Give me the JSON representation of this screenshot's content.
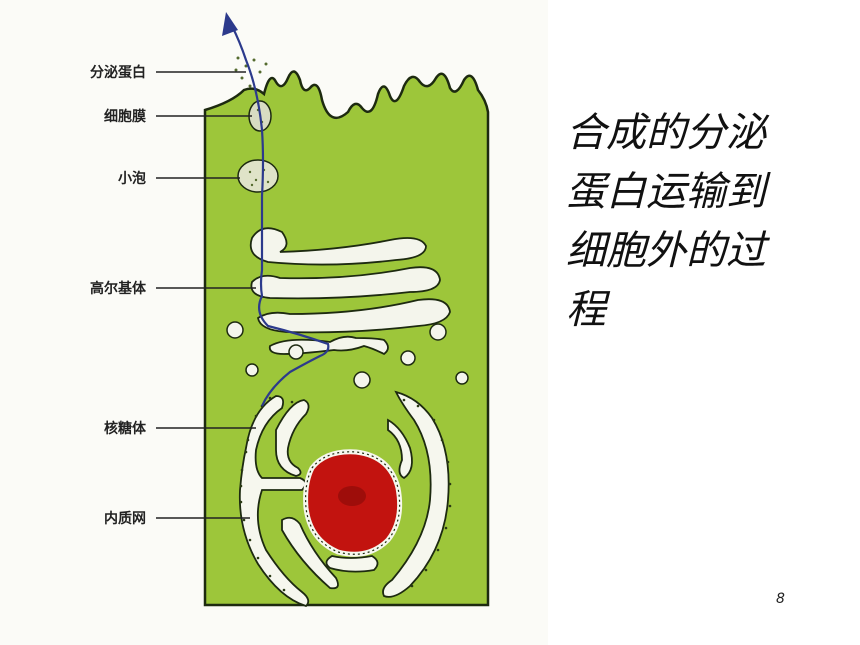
{
  "labels": {
    "secreted_protein": "分泌蛋白",
    "cell_membrane": "细胞膜",
    "vesicle": "小泡",
    "golgi": "高尔基体",
    "ribosome": "核糖体",
    "er": "内质网"
  },
  "title_lines": [
    "合成的分泌",
    "蛋白运输到",
    "细胞外的过",
    "程"
  ],
  "page_number": "8",
  "colors": {
    "cytoplasm": "#9dc63a",
    "nucleus": "#c2130f",
    "pathway_arrow": "#2c3a8c",
    "outline": "#1d2a10"
  }
}
